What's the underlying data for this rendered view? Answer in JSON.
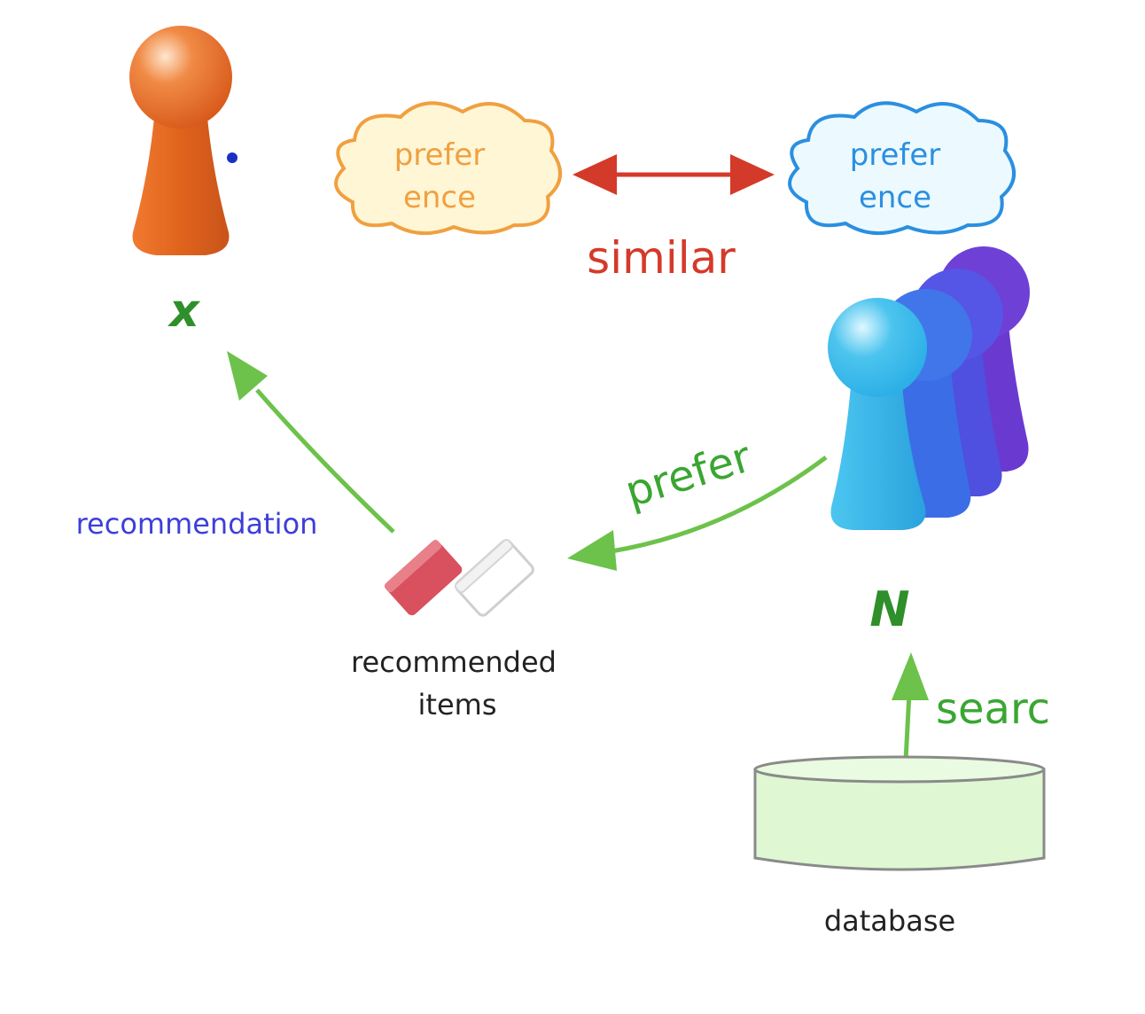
{
  "labels": {
    "user_x": "x",
    "left_cloud_line1": "prefer",
    "left_cloud_line2": "ence",
    "right_cloud_line1": "prefer",
    "right_cloud_line2": "ence",
    "similar": "similar",
    "group_n": "N",
    "prefer_arrow": "prefer",
    "recommendation": "recommendation",
    "recommended_items_line1": "recommended",
    "recommended_items_line2": "items",
    "search": "searc",
    "database": "database"
  },
  "colors": {
    "user_x_figure": "#e0631c",
    "left_cloud_text": "#f0a040",
    "left_cloud_fill": "#fff6d6",
    "right_cloud_text": "#2b8fe0",
    "right_cloud_fill": "#ecfaff",
    "similar": "#d43a2a",
    "green_text": "#3aa632",
    "green_arrow": "#6cc24a",
    "recommendation": "#3d3fd9",
    "item_red": "#d9505f",
    "database_fill": "#dff7d2",
    "group_figures": [
      "#6a3ad0",
      "#4f4fe0",
      "#3b6de6",
      "#2aaee6"
    ]
  }
}
